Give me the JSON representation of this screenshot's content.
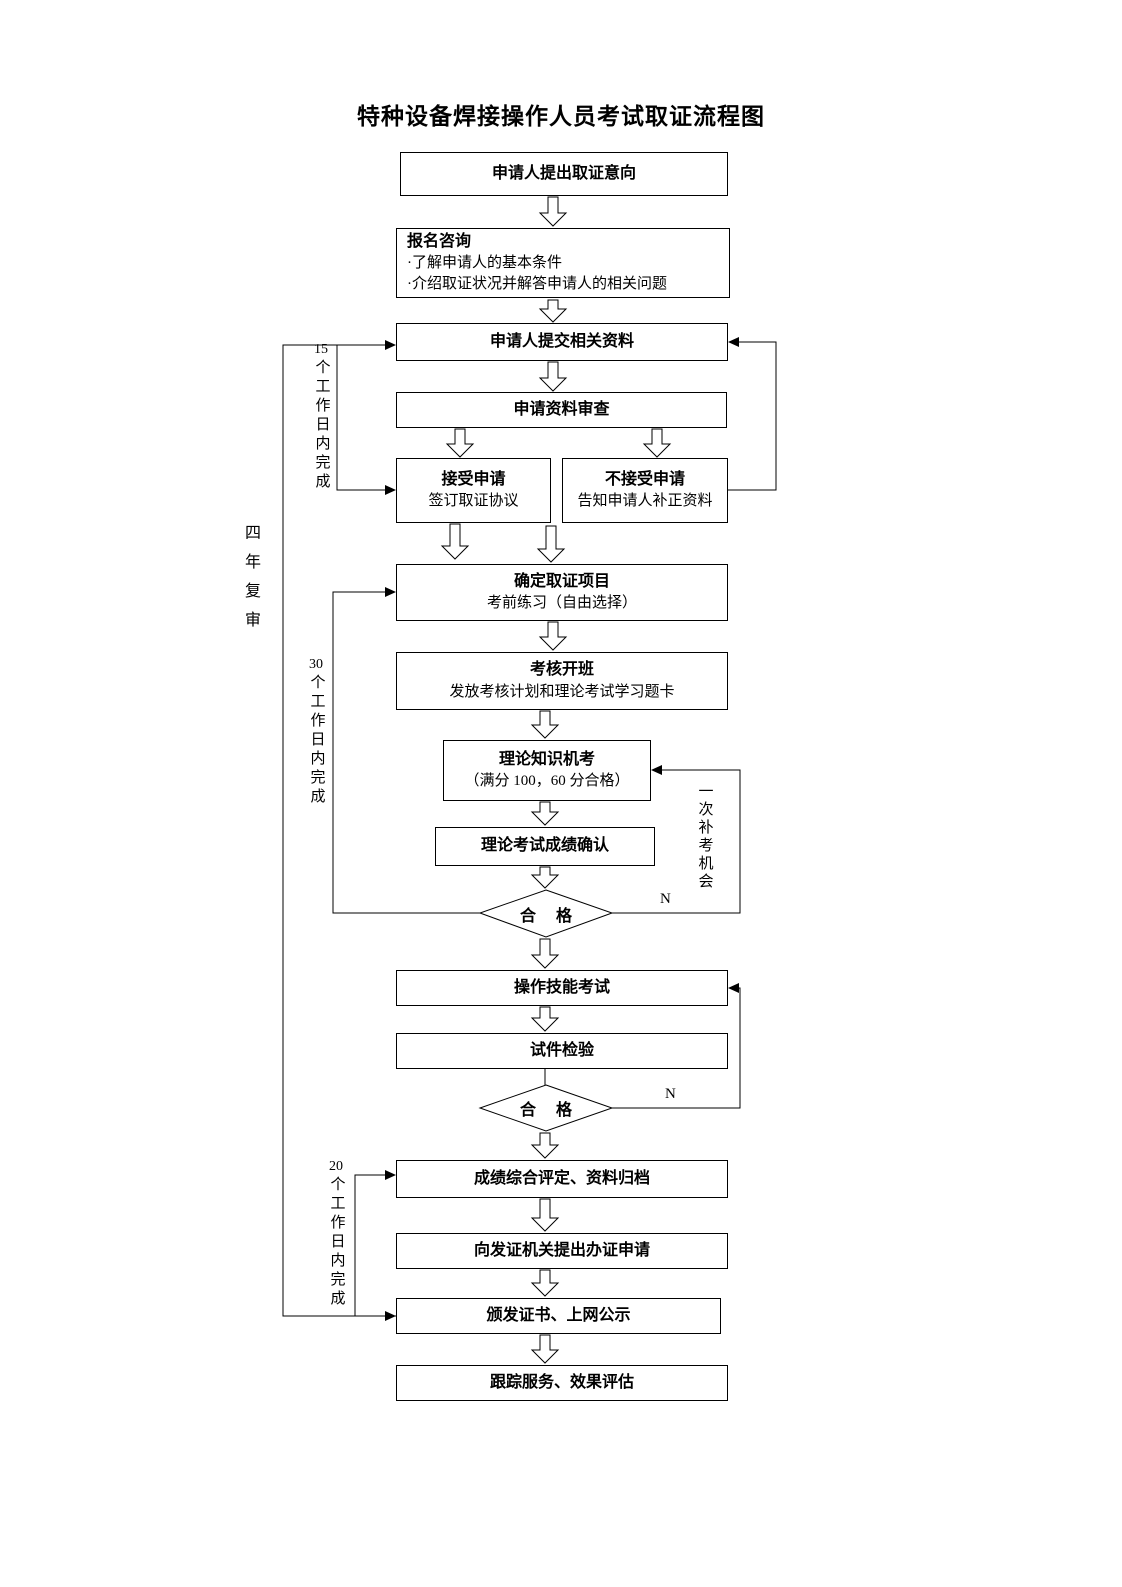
{
  "title": "特种设备焊接操作人员考试取证流程图",
  "nodes": {
    "intent": "申请人提出取证意向",
    "consult": {
      "title": "报名咨询",
      "item1": "·了解申请人的基本条件",
      "item2": "·介绍取证状况并解答申请人的相关问题"
    },
    "submit": "申请人提交相关资料",
    "review": "申请资料审查",
    "accept": {
      "title": "接受申请",
      "sub": "签订取证协议"
    },
    "reject": {
      "title": "不接受申请",
      "sub": "告知申请人补正资料"
    },
    "project": {
      "title": "确定取证项目",
      "sub": "考前练习（自由选择）"
    },
    "training": {
      "title": "考核开班",
      "sub": "发放考核计划和理论考试学习题卡"
    },
    "theory": {
      "title": "理论知识机考",
      "sub": "（满分 100，60 分合格）"
    },
    "confirm": "理论考试成绩确认",
    "pass1": "合 格",
    "skill": "操作技能考试",
    "specimen": "试件检验",
    "pass2": "合 格",
    "evaluate": "成绩综合评定、资料归档",
    "apply_cert": "向发证机关提出办证申请",
    "issue": "颁发证书、上网公示",
    "follow": "跟踪服务、效果评估"
  },
  "annotations": {
    "days15_num": "15",
    "days15_text": "个工作日内完成",
    "days30_num": "30",
    "days30_text": "个工作日内完成",
    "days20_num": "20",
    "days20_text": "个工作日内完成",
    "four_year": "四年复审",
    "retake": "一次补考机会",
    "no1": "N",
    "no2": "N"
  }
}
